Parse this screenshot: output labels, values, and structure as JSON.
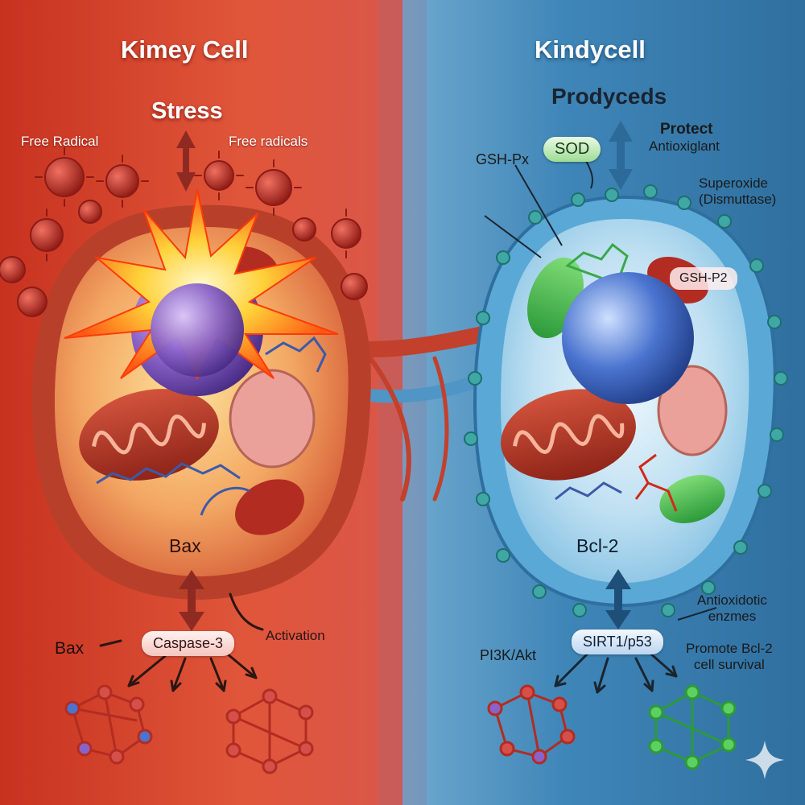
{
  "left_panel": {
    "title": "Kimey Cell",
    "stress_label": "Stress",
    "free_radical_label": "Free Radical",
    "free_radicals_label": "Free radicals",
    "bax_inner_label": "Bax",
    "caspase_label": "Caspase-3",
    "activation_label": "Activation",
    "bax_outer_label": "Bax",
    "colors": {
      "background": "#d9452e",
      "membrane": "#b8402a",
      "nucleus": "#8a63c9"
    }
  },
  "right_panel": {
    "title": "Kindycell",
    "produced_label": "Prodyceds",
    "protect_label": "Protect",
    "antioxidant_label": "Antioxiglant",
    "superoxide_label": "Superoxide\n(Dismuttase)",
    "gsh_px_label": "GSH-Px",
    "sod_label": "SOD",
    "gsh_p2_label": "GSH-P2",
    "bcl2_label": "Bcl-2",
    "sirt_label": "SIRT1/p53",
    "pi3k_label": "PI3K/Akt",
    "antioxidotic_label": "Antioxidotic\nenzmes",
    "promote_label": "Promote Bcl-2\ncell survival",
    "colors": {
      "background": "#3f86b8",
      "membrane": "#5aa8d6",
      "nucleus": "#4a74cf"
    }
  },
  "icons": [
    "free-radical-icon",
    "double-arrow-icon",
    "molecule-icon",
    "sparkle-icon"
  ]
}
